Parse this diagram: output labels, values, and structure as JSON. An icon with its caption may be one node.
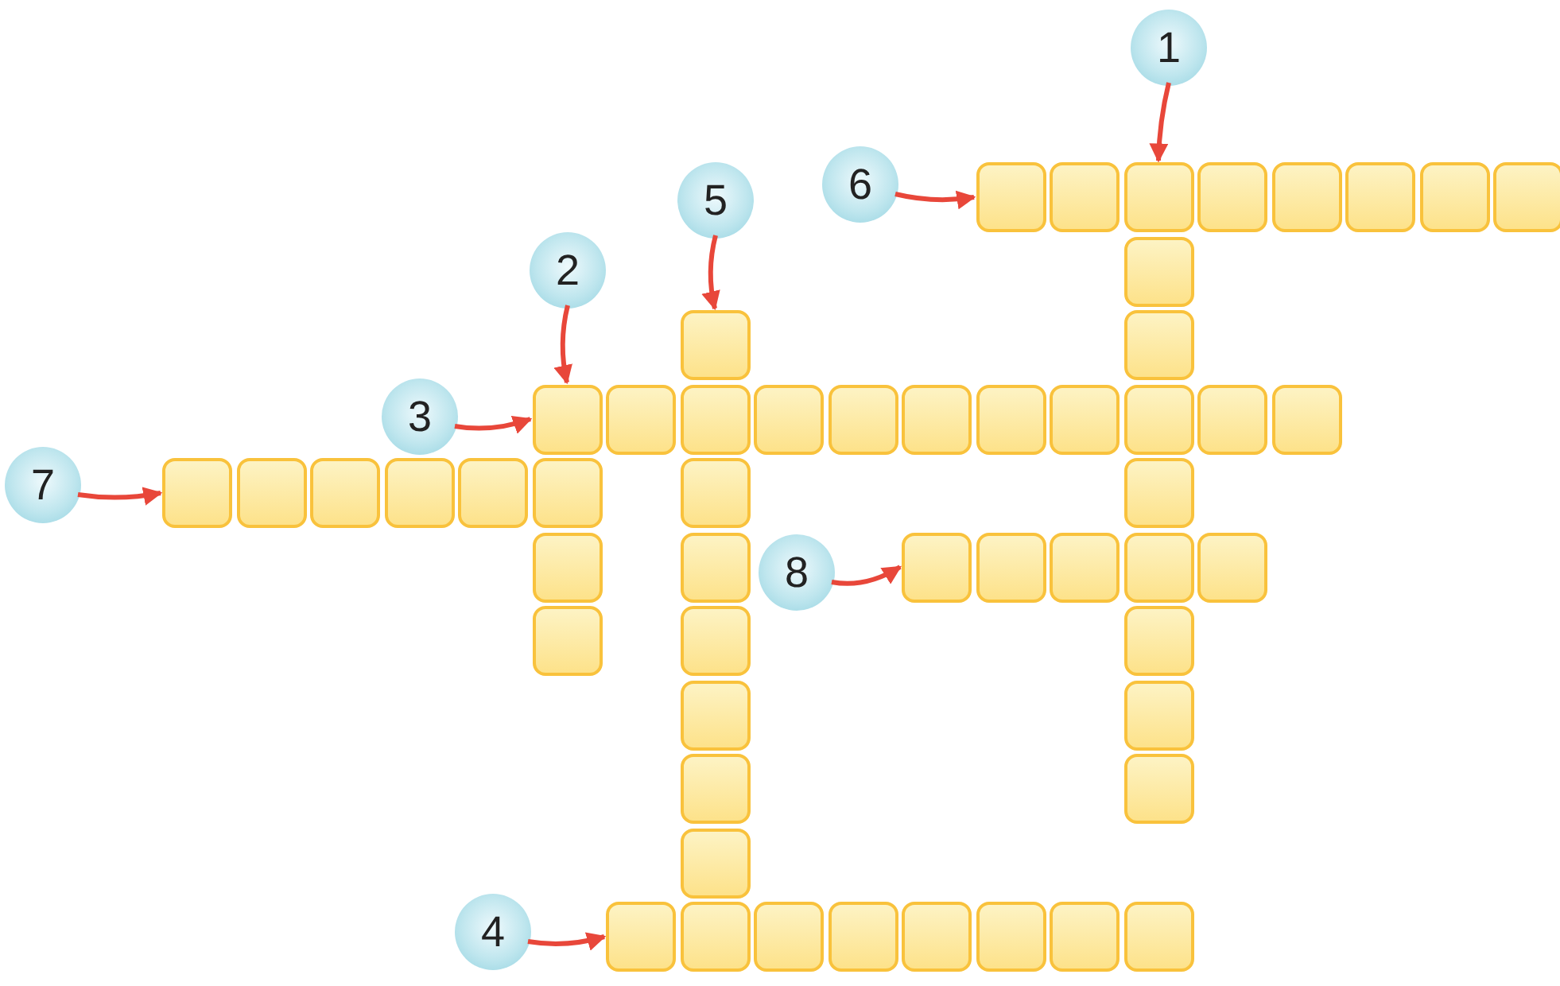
{
  "diagram": {
    "nodes": [
      {
        "text": [
          "1"
        ]
      },
      {
        "text": [
          "6"
        ]
      },
      {
        "text": [
          "5"
        ]
      },
      {
        "text": [
          "2"
        ]
      },
      {
        "text": [
          "3"
        ]
      },
      {
        "text": [
          "7"
        ]
      },
      {
        "text": [
          "8"
        ]
      },
      {
        "text": [
          "4"
        ]
      },
      {
        "text": [],
        "shape": "box"
      },
      {
        "text": [],
        "shape": "box"
      },
      {
        "text": [],
        "shape": "box"
      },
      {
        "text": [],
        "shape": "box"
      },
      {
        "text": [],
        "shape": "box"
      },
      {
        "text": [],
        "shape": "box"
      },
      {
        "text": [],
        "shape": "box"
      }
    ],
    "edges": [
      {
        "from": 0,
        "to": 9,
        "arrow": "to"
      },
      {
        "from": 1,
        "to": 8,
        "arrow": "to"
      },
      {
        "from": 2,
        "to": 10,
        "arrow": "to"
      },
      {
        "from": 3,
        "to": 11,
        "arrow": "to"
      },
      {
        "from": 4,
        "to": 11,
        "arrow": "to"
      },
      {
        "from": 5,
        "to": 12,
        "arrow": "to"
      },
      {
        "from": 6,
        "to": 13,
        "arrow": "to"
      },
      {
        "from": 7,
        "to": 14,
        "arrow": "to"
      }
    ]
  }
}
